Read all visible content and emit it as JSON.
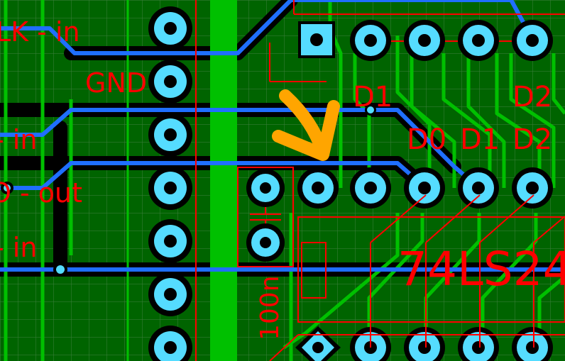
{
  "colors": {
    "board": "#006400",
    "grid": "#3f7f3f",
    "copper_top": "#00c000",
    "copper_bottom": "#1f6fff",
    "silkscreen": "#ff0000",
    "pad": "#55dcff",
    "clearance": "#000000",
    "annotation_arrow": "#ffa500"
  },
  "net_labels": {
    "clk_in": "LK - in",
    "gnd": "GND",
    "in_mid": "- in",
    "out": "O - out",
    "in_low": "- in"
  },
  "pin_labels": {
    "d1_top": "D1",
    "d2_top": "D2",
    "d0_mid": "D0",
    "d1_mid": "D1",
    "d2_mid": "D2"
  },
  "components": {
    "capacitor_value": "100n",
    "ic_name": "74LS24"
  },
  "annotation": {
    "arrow_icon": "orange-hand-drawn-arrow"
  }
}
